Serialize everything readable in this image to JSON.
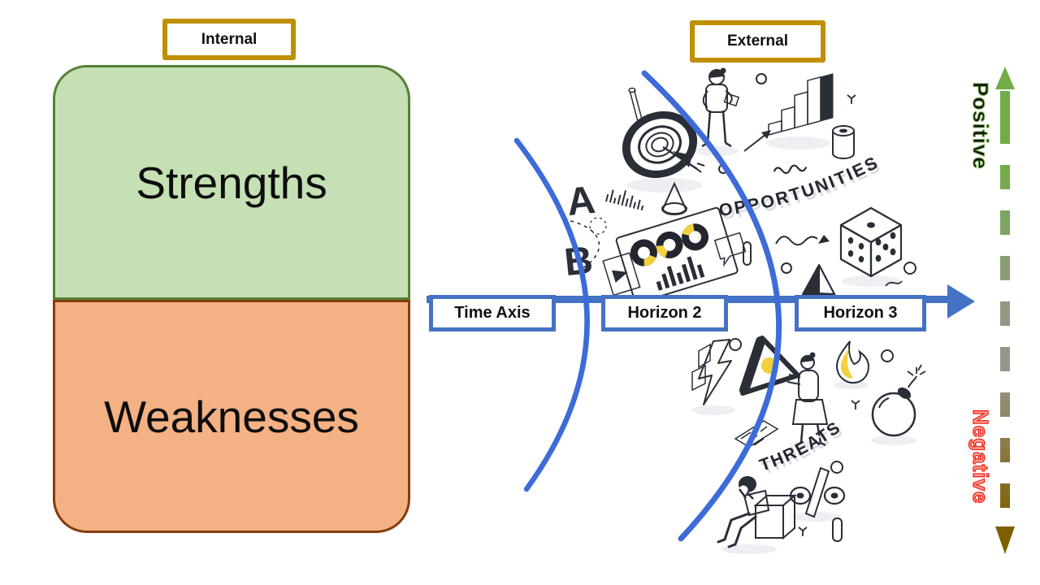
{
  "slide": {
    "internal_label": "Internal",
    "external_label": "External"
  },
  "swot": {
    "strengths_label": "Strengths",
    "weaknesses_label": "Weaknesses"
  },
  "time_axis": {
    "time_label": "Time Axis",
    "horizon2_label": "Horizon 2",
    "horizon3_label": "Horizon 3"
  },
  "illustration": {
    "opportunities_label": "OPPORTUNITIES",
    "threats_label": "THREATS",
    "letter_a": "A",
    "letter_b": "B"
  },
  "outcome_axis": {
    "positive_label": "Positive",
    "negative_label": "Negative"
  },
  "colors": {
    "gold": "#BF8F00",
    "blue": "#4472C4",
    "arc_blue": "#3D6CD9",
    "strengths_fill": "#C5E0B4",
    "strengths_border": "#538135",
    "weaknesses_fill": "#F4B183",
    "weaknesses_border": "#843C0C",
    "positive_green": "#70AD47",
    "negative_gold": "#7F6000",
    "negative_red": "#F3281C",
    "ink": "#2A2E37",
    "accent_yellow": "#F2D03E"
  }
}
